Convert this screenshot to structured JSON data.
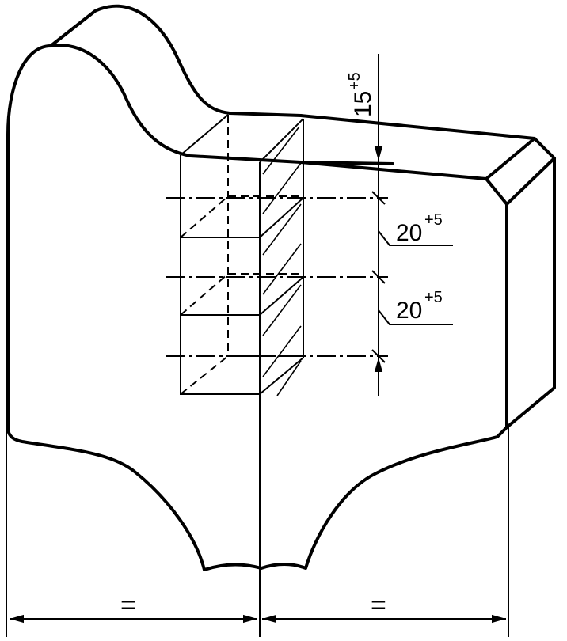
{
  "dimensions": {
    "top_allowance": {
      "nominal": "15",
      "tolerance": "+5"
    },
    "middle_allowance": {
      "nominal": "20",
      "tolerance": "+5"
    },
    "lower_allowance": {
      "nominal": "20",
      "tolerance": "+5"
    }
  },
  "equal_marks": {
    "left": "=",
    "right": "="
  }
}
